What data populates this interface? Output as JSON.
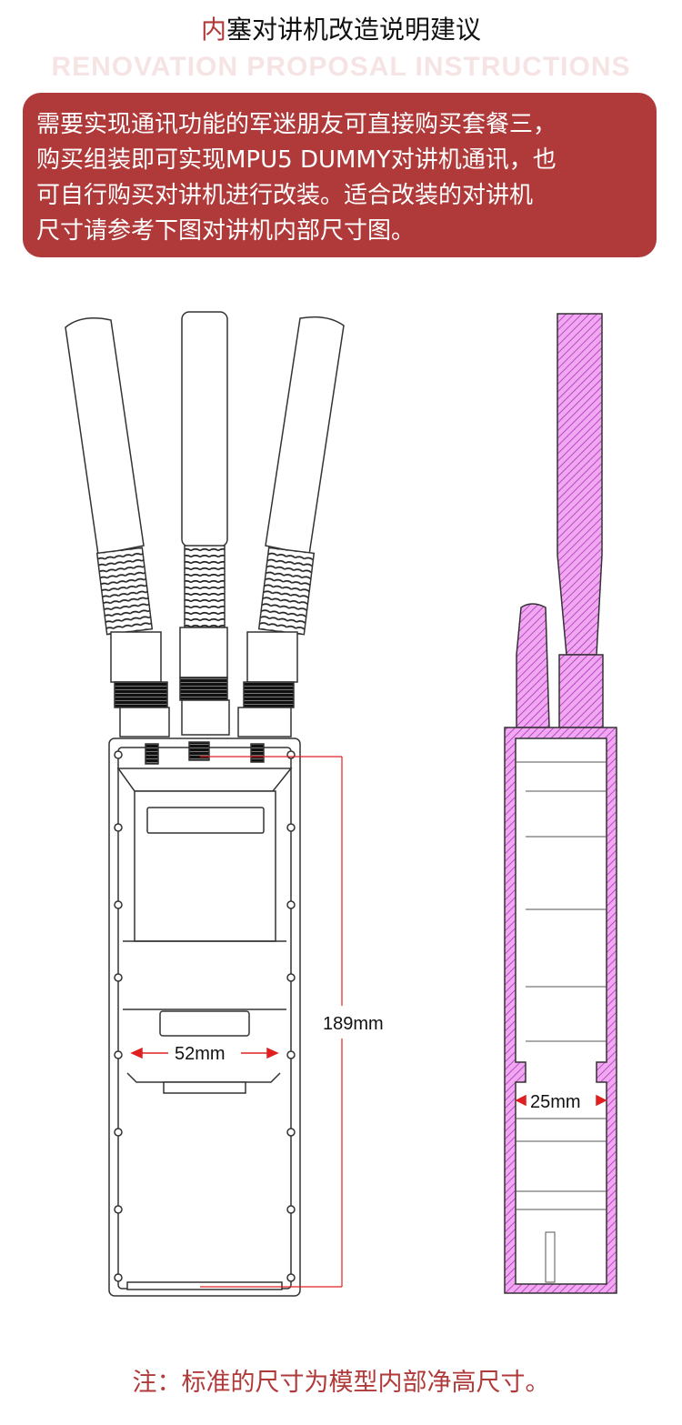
{
  "header": {
    "title_highlight": "内",
    "title_rest": "塞对讲机改造说明建议",
    "watermark": "RENOVATION PROPOSAL INSTRUCTIONS"
  },
  "notice": {
    "lines": [
      "需要实现通讯功能的军迷朋友可直接购买套餐三，",
      "购买组装即可实现MPU5 DUMMY对讲机通讯，也",
      "可自行购买对讲机进行改装。适合改装的对讲机",
      "尺寸请参考下图对讲机内部尺寸图。"
    ],
    "background": "#b03a3a"
  },
  "drawing": {
    "height_label": "189mm",
    "width_label": "52mm",
    "depth_label": "25mm",
    "dimension_color": "#e02020",
    "section_fill": "#f0a8f0",
    "section_hatch": "#b030c0"
  },
  "footer": {
    "note": "注：标准的尺寸为模型内部净高尺寸。"
  }
}
